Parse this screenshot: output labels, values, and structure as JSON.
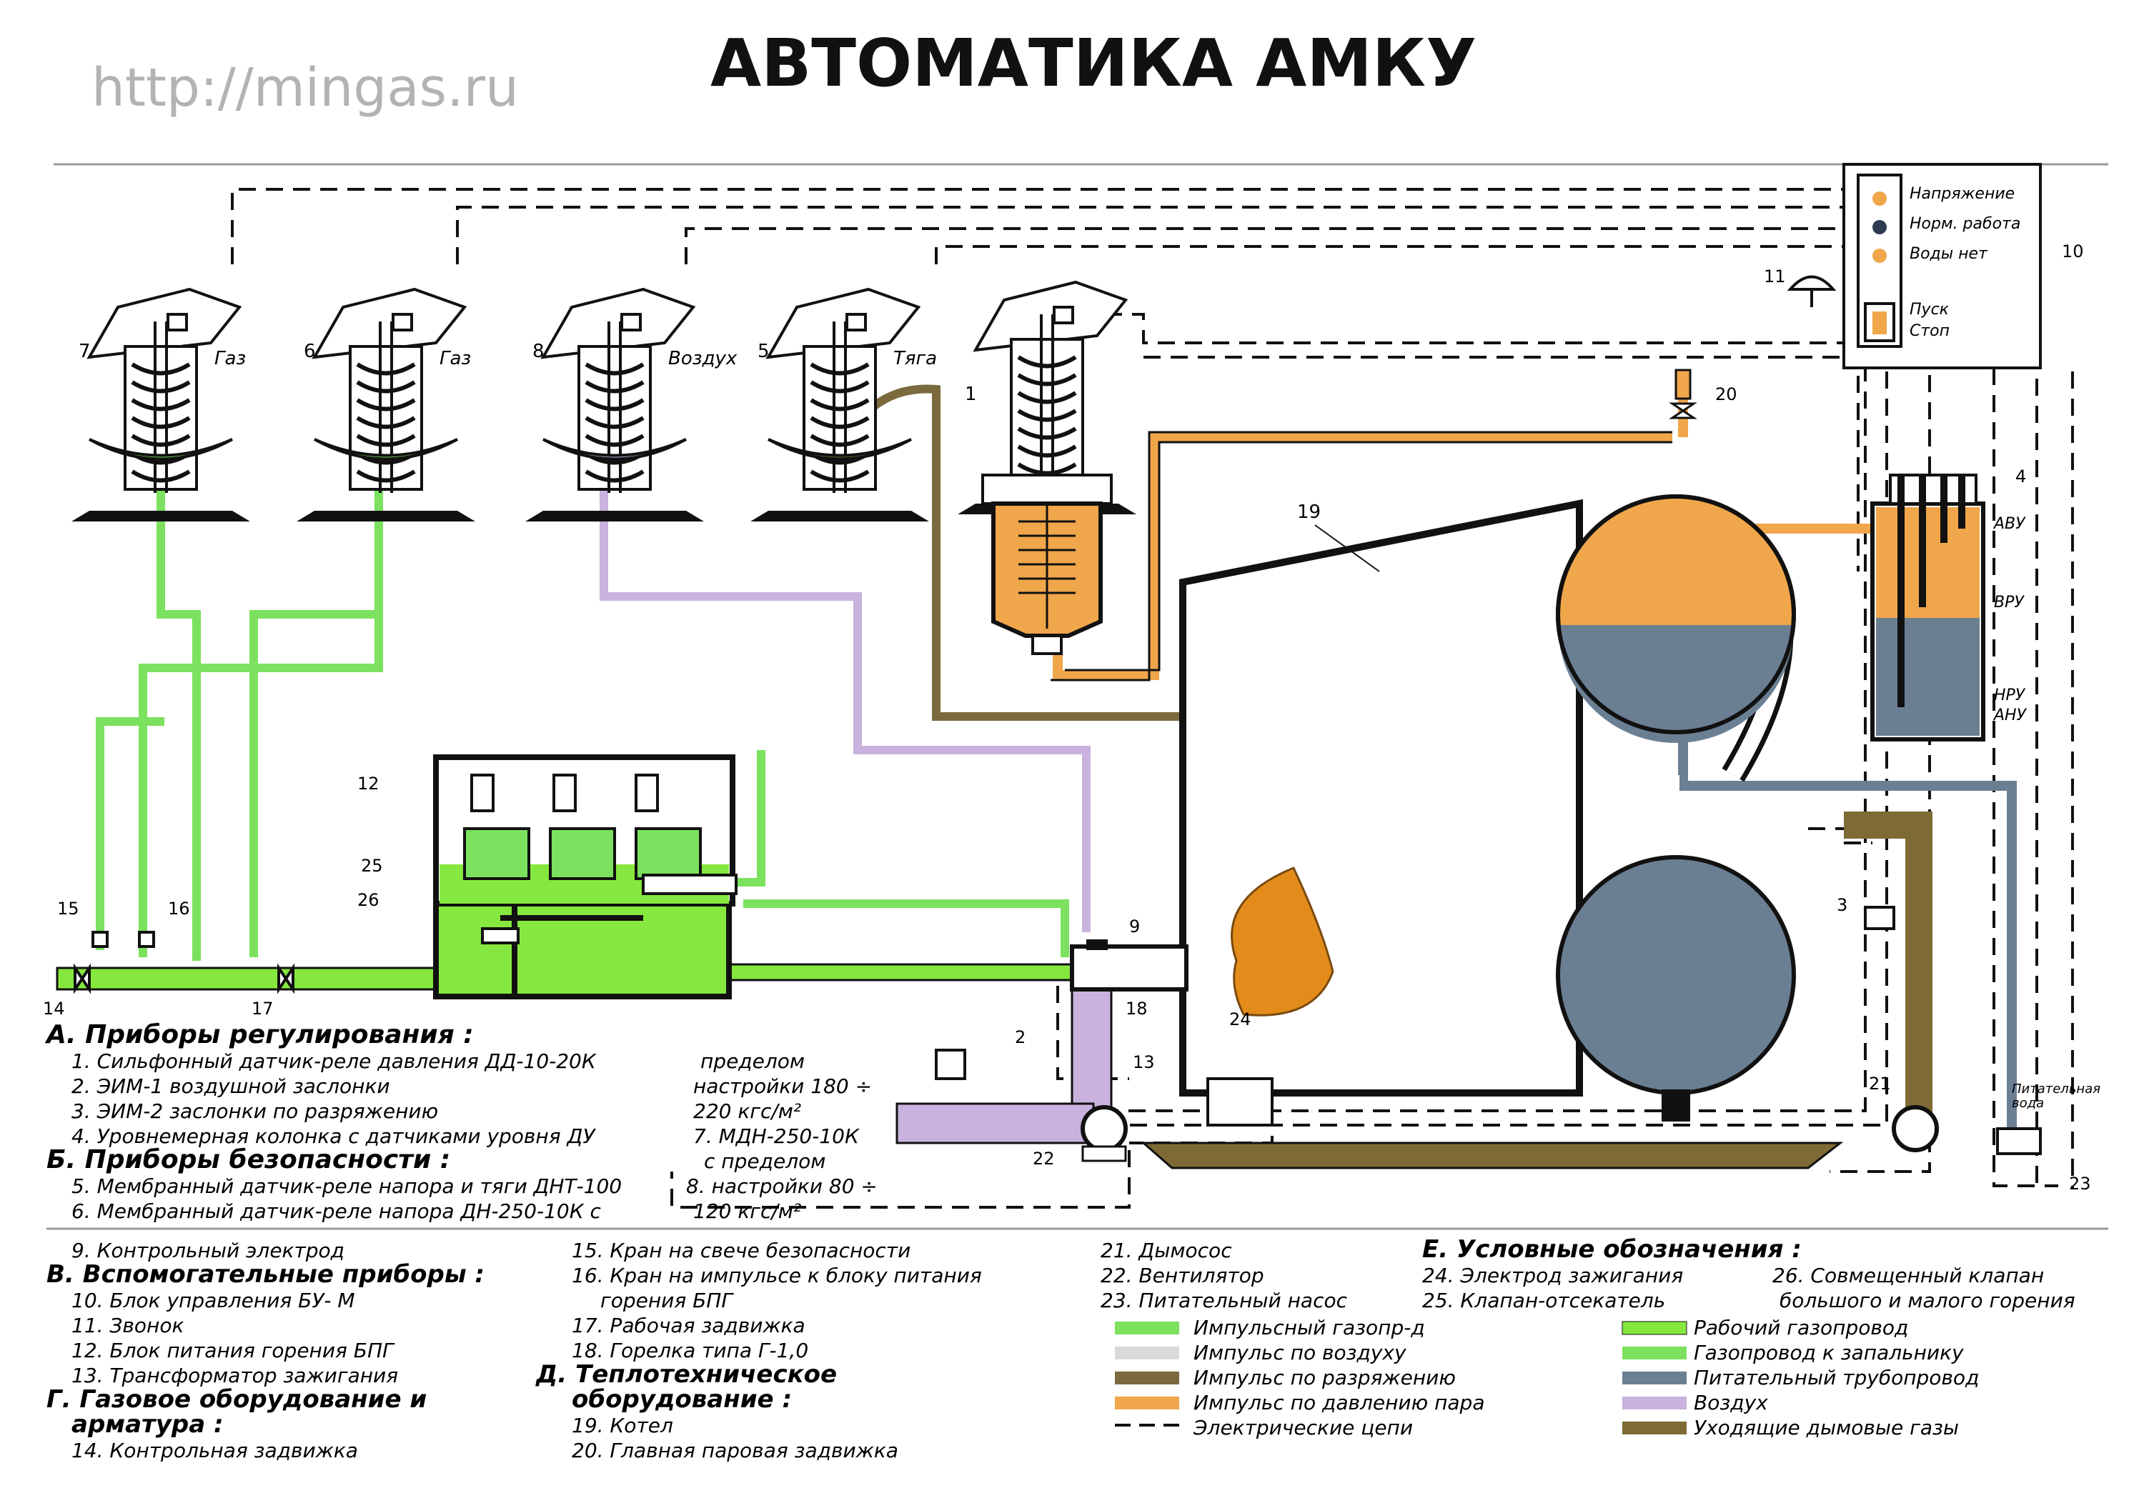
{
  "title": "АВТОМАТИКА АМКУ",
  "watermark": "http://mingas.ru",
  "colors": {
    "impulse_gas": "#7be15e",
    "working_gas": "#86e83e",
    "air": "#c9b2dd",
    "vacuum": "#7a6a3e",
    "steam": "#f0a64a",
    "water": "#6b7f93",
    "flue": "#7d6a34",
    "ink": "#111111",
    "flame": "#e38c1b"
  },
  "panel": {
    "lamp_voltage": "Напряжение",
    "lamp_normal": "Норм. работа",
    "lamp_nowater": "Воды нет",
    "start": "Пуск",
    "stop": "Стоп",
    "number": "10"
  },
  "sensors": {
    "s7": {
      "num": "7",
      "label": "Газ"
    },
    "s6": {
      "num": "6",
      "label": "Газ"
    },
    "s8": {
      "num": "8",
      "label": "Воздух"
    },
    "s5": {
      "num": "5",
      "label": "Тяга"
    },
    "s1": {
      "num": "1"
    }
  },
  "level": {
    "avu": "АВУ",
    "vru": "ВРУ",
    "nru": "НРУ",
    "anu": "АНУ"
  },
  "callouts": {
    "n2": "2",
    "n3": "3",
    "n4": "4",
    "n9": "9",
    "n11": "11",
    "n12": "12",
    "n13": "13",
    "n14": "14",
    "n15": "15",
    "n16": "16",
    "n17": "17",
    "n18": "18",
    "n19": "19",
    "n20": "20",
    "n21": "21",
    "n22": "22",
    "n23": "23",
    "n24": "24",
    "n25": "25",
    "n26": "26"
  },
  "feed_water": [
    "Питательная",
    "вода"
  ],
  "legend": {
    "a_head": "А. Приборы регулирования :",
    "a1": "1. Сильфонный датчик-реле давления ДД-10-20К",
    "a2": "2. ЭИМ-1 воздушной заслонки",
    "a3": "3. ЭИМ-2 заслонки по разряжению",
    "a4": "4. Уровнемерная колонка с датчиками уровня ДУ",
    "b_head": "Б. Приборы безопасности :",
    "b5": "5. Мембранный датчик-реле напора и тяги ДНТ-100",
    "b6": "6. Мембранный датчик-реле напора ДН-250-10К с",
    "mid1": "пределом",
    "mid2": "настройки 180 ÷",
    "mid3": "220 кгс/м²",
    "mid4": "7. МДН-250-10К",
    "mid5": "с пределом",
    "mid6": "8. настройки 80 ÷",
    "mid7": "120 кгс/м²",
    "c9": "9. Контрольный электрод",
    "v_head": "В. Вспомогательные приборы :",
    "v10": "10. Блок управления БУ- М",
    "v11": "11. Звонок",
    "v12": "12. Блок питания горения БПГ",
    "v13": "13. Трансформатор зажигания",
    "g_head1": "Г. Газовое оборудование и",
    "g_head2": "арматура :",
    "g14": "14. Контрольная задвижка",
    "g15": "15. Кран на свече безопасности",
    "g16a": "16. Кран на импульсе к блоку питания",
    "g16b": "горения БПГ",
    "g17": "17. Рабочая задвижка",
    "g18": "18. Горелка типа Г-1,0",
    "d_head1": "Д. Теплотехническое",
    "d_head2": "оборудование :",
    "d19": "19. Котел",
    "d20": "20. Главная паровая задвижка",
    "d21": "21. Дымосос",
    "d22": "22. Вентилятор",
    "d23": "23. Питательный насос",
    "d24": "24. Электрод зажигания",
    "d25": "25. Клапан-отсекатель",
    "d26a": "26. Совмещенный клапан",
    "d26b": "большого и малого горения",
    "e_head": "Е. Условные обозначения :",
    "e1": "Импульсный газопр-д",
    "e2": "Импульс по воздуху",
    "e3": "Импульс по разряжению",
    "e4": "Импульс по давлению пара",
    "e5": "Электрические цепи",
    "e6": "Рабочий газопровод",
    "e7": "Газопровод к запальнику",
    "e8": "Питательный трубопровод",
    "e9": "Воздух",
    "e10": "Уходящие дымовые газы"
  }
}
